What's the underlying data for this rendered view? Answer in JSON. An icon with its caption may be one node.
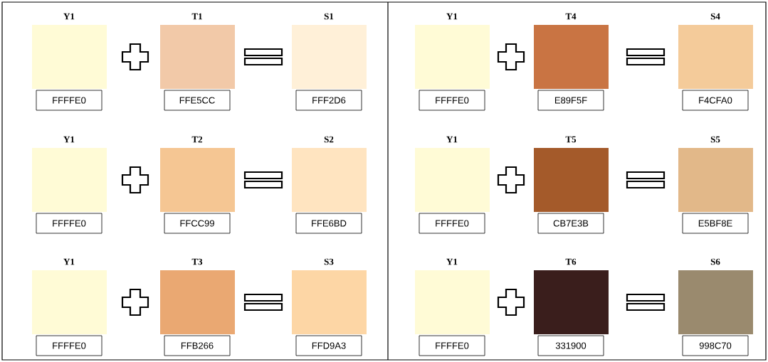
{
  "diagram": {
    "nodes": [
      {
        "text": [
          "Y1",
          "FFFFE0"
        ]
      },
      {
        "text": [
          "T1",
          "FFE5CC"
        ]
      },
      {
        "text": [
          "S1",
          "FFF2D6"
        ]
      },
      {
        "text": [
          "Y1",
          "FFFFE0"
        ]
      },
      {
        "text": [
          "T2",
          "FFCC99"
        ]
      },
      {
        "text": [
          "S2",
          "FFE6BD"
        ]
      },
      {
        "text": [
          "Y1",
          "FFFFE0"
        ]
      },
      {
        "text": [
          "T3",
          "FFB266"
        ]
      },
      {
        "text": [
          "S3",
          "FFD9A3"
        ]
      },
      {
        "text": [
          "Y1",
          "FFFFE0"
        ]
      },
      {
        "text": [
          "T4",
          "E89F5F"
        ]
      },
      {
        "text": [
          "S4",
          "F4CFA0"
        ]
      },
      {
        "text": [
          "Y1",
          "FFFFE0"
        ]
      },
      {
        "text": [
          "T5",
          "CB7E3B"
        ]
      },
      {
        "text": [
          "S5",
          "E5BF8E"
        ]
      },
      {
        "text": [
          "Y1",
          "FFFFE0"
        ]
      },
      {
        "text": [
          "T6",
          "331900"
        ]
      },
      {
        "text": [
          "S6",
          "998C70"
        ]
      }
    ]
  }
}
